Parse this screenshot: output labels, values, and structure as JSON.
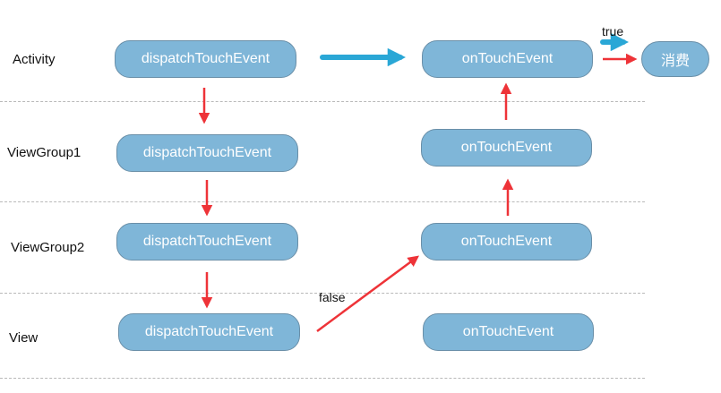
{
  "rows": [
    {
      "label": "Activity"
    },
    {
      "label": "ViewGroup1"
    },
    {
      "label": "ViewGroup2"
    },
    {
      "label": "View"
    }
  ],
  "dispatch_nodes": [
    {
      "text": "dispatchTouchEvent"
    },
    {
      "text": "dispatchTouchEvent"
    },
    {
      "text": "dispatchTouchEvent"
    },
    {
      "text": "dispatchTouchEvent"
    }
  ],
  "ontouch_nodes": [
    {
      "text": "onTouchEvent"
    },
    {
      "text": "onTouchEvent"
    },
    {
      "text": "onTouchEvent"
    },
    {
      "text": "onTouchEvent"
    }
  ],
  "consume_node": {
    "text": "消费"
  },
  "edge_labels": {
    "true_label": "true",
    "false_label": "false"
  },
  "colors": {
    "node_fill": "#7fb6d8",
    "node_border": "#6a8fa8",
    "arrow_red": "#ee3338",
    "arrow_blue": "#2aa7d6",
    "divider": "#b9b9b9"
  }
}
